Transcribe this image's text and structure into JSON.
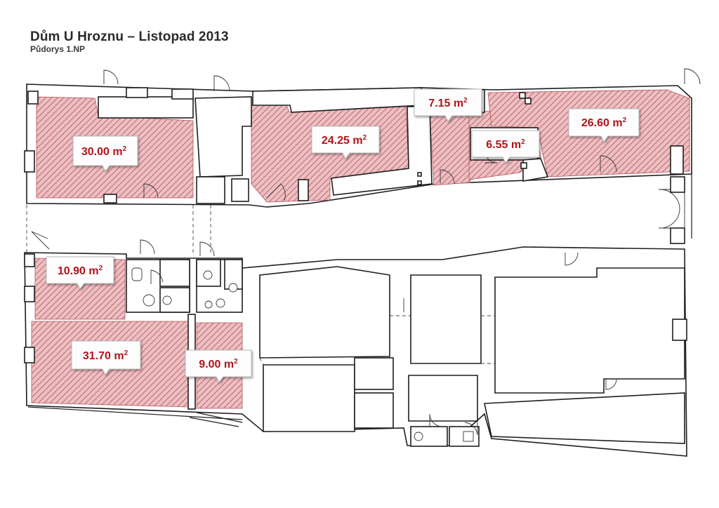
{
  "header": {
    "title": "Dům U Hroznu – Listopad 2013",
    "subtitle": "Půdorys 1.NP"
  },
  "unit_label": "m",
  "unit_superscript": "2",
  "colors": {
    "highlight_fill": "#e8b4b8",
    "highlight_stripe": "#c4626b",
    "label_text": "#b0141c",
    "wall": "#1e1e1e"
  },
  "rooms": [
    {
      "id": "room-a",
      "area": "30.00"
    },
    {
      "id": "room-b",
      "area": "24.25"
    },
    {
      "id": "room-c",
      "area": "7.15"
    },
    {
      "id": "room-d",
      "area": "6.55"
    },
    {
      "id": "room-e",
      "area": "26.60"
    },
    {
      "id": "room-f",
      "area": "10.90"
    },
    {
      "id": "room-g",
      "area": "31.70"
    },
    {
      "id": "room-h",
      "area": "9.00"
    }
  ]
}
